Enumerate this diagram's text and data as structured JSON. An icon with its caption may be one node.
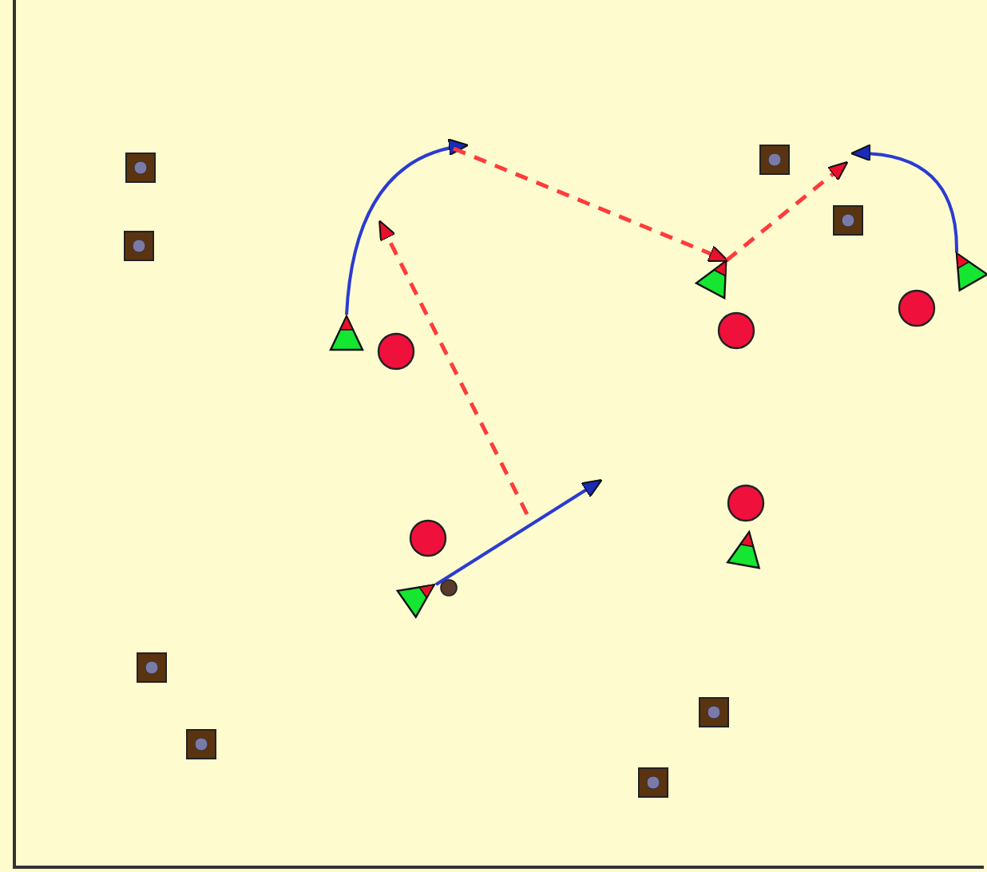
{
  "diagram": {
    "nodes": [
      {
        "text": [],
        "shape": "triangle"
      },
      {
        "text": [],
        "shape": "triangle"
      },
      {
        "text": [],
        "shape": "triangle"
      },
      {
        "text": [],
        "shape": "triangle"
      },
      {
        "text": [],
        "shape": "triangle"
      }
    ],
    "edges": [
      {
        "from": 0,
        "to": null,
        "arrow": "to"
      },
      {
        "from": null,
        "to": 2,
        "arrow": "to",
        "style": "dashed",
        "color": "#ff3b3b"
      },
      {
        "from": 1,
        "to": null,
        "arrow": "to"
      },
      {
        "from": 2,
        "to": null,
        "arrow": "to",
        "style": "dashed",
        "color": "#ff3b3b"
      },
      {
        "from": 4,
        "to": null,
        "arrow": "to"
      }
    ]
  }
}
